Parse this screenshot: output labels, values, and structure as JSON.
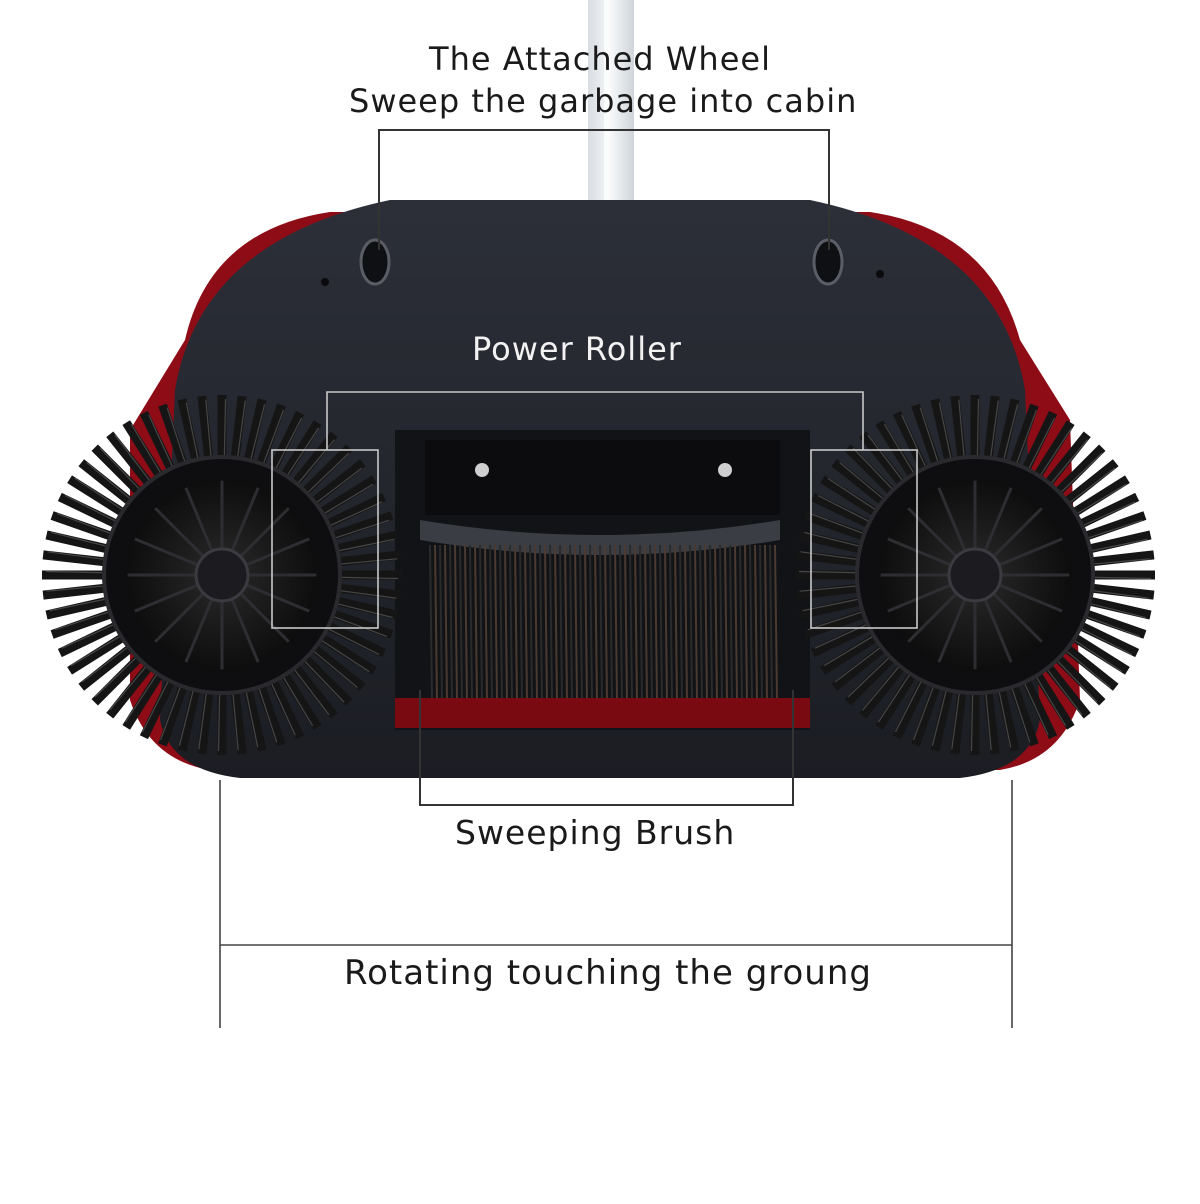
{
  "annotations": {
    "attached_wheel_line1": "The Attached Wheel",
    "attached_wheel_line2": "Sweep the garbage into cabin",
    "power_roller": "Power Roller",
    "sweeping_brush": "Sweeping Brush",
    "rotating": "Rotating touching the groung"
  },
  "colors": {
    "background": "#ffffff",
    "body": "#1f2128",
    "body_edge": "#2d3039",
    "accent_red": "#8e0c16",
    "bristle": "#151515",
    "leader_line": "#333333",
    "box_line": "#c8c8c8"
  }
}
